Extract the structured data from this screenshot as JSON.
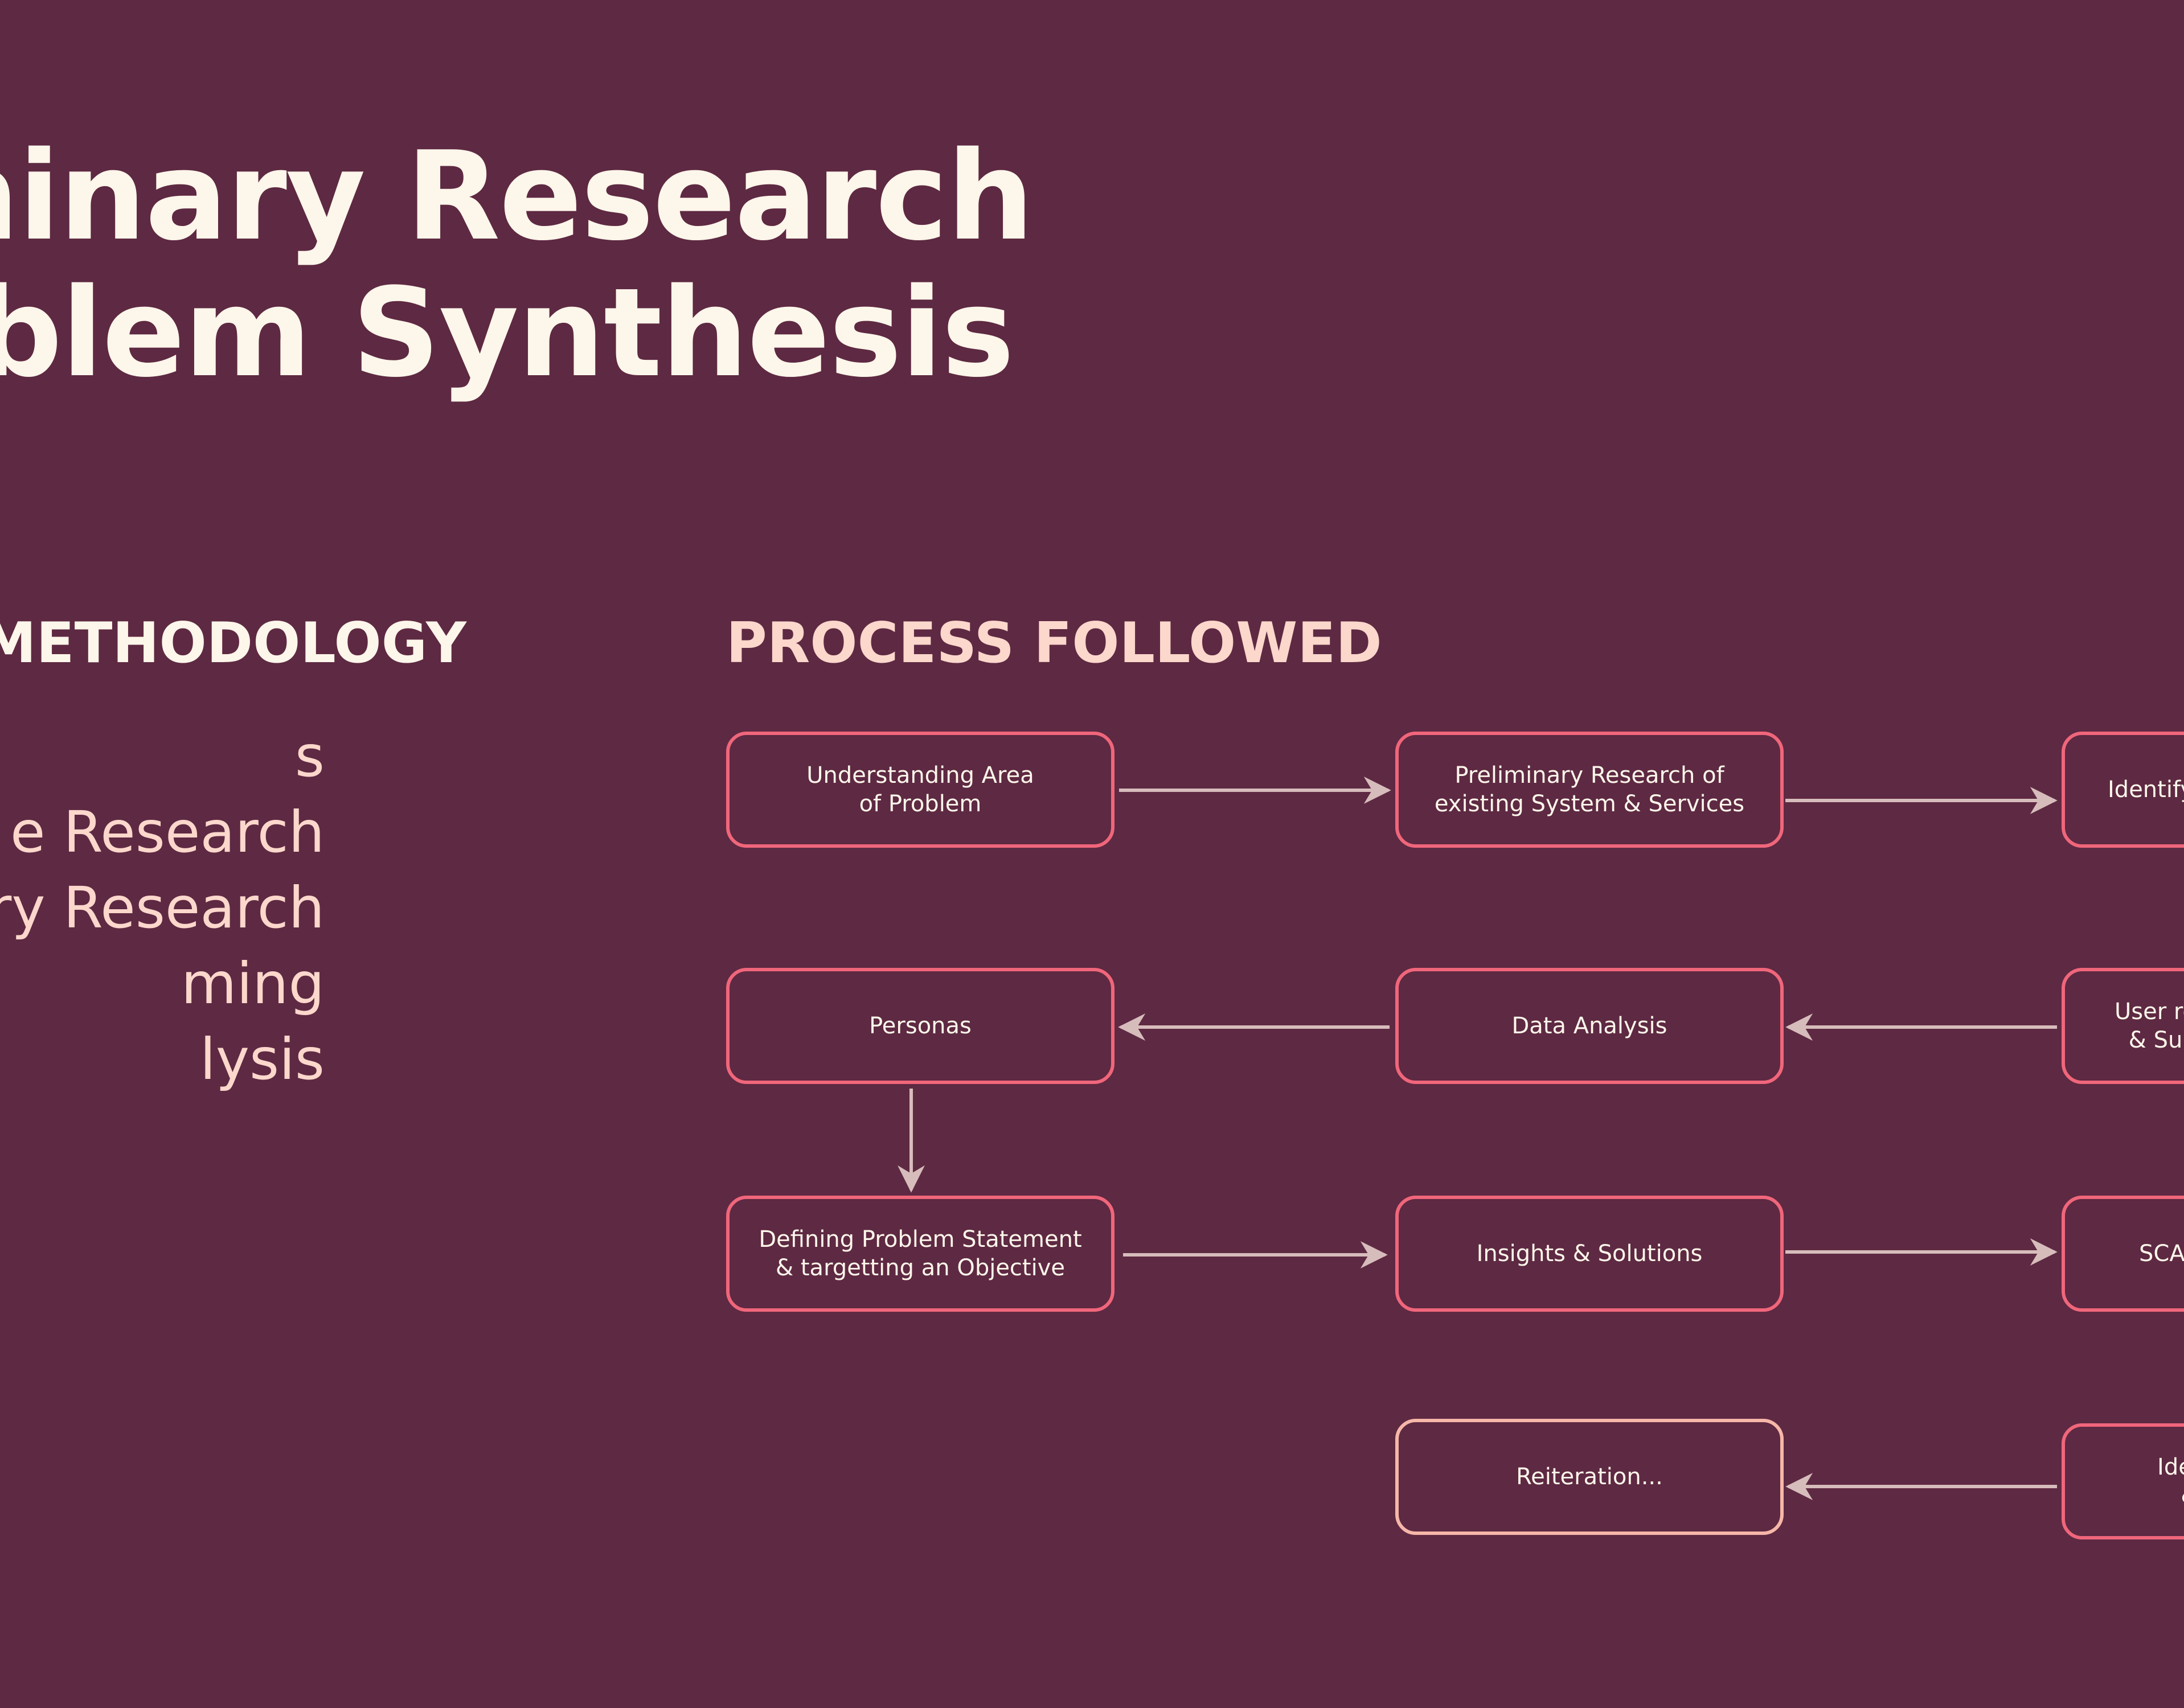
{
  "title": {
    "line1": "minary Research",
    "line2": "oblem Synthesis"
  },
  "methodology": {
    "heading": "H METHODOLOGY",
    "items": [
      "s",
      "e Research",
      "ry Research",
      "ming",
      "lysis"
    ]
  },
  "process": {
    "heading": "PROCESS FOLLOWED",
    "nodes": {
      "understanding": "Understanding Area\nof Problem",
      "preliminary": "Preliminary Research of\nexisting System & Services",
      "identify": "Identify",
      "personas": "Personas",
      "data_analysis": "Data Analysis",
      "user_research": "User re\n& Su",
      "defining": "Defining Problem Statement\n& targetting an Objective",
      "insights": "Insights & Solutions",
      "scamper": "SCAMPE",
      "reiteration": "Reiteration...",
      "identification": "Identi\n&"
    }
  },
  "colors": {
    "background": "#5e2942",
    "box_border": "#f0667b",
    "box_border_soft": "#f6b7a9",
    "arrow": "#d7bcbc",
    "title_text": "#fdf6ea",
    "accent_text": "#fcd7cc"
  }
}
